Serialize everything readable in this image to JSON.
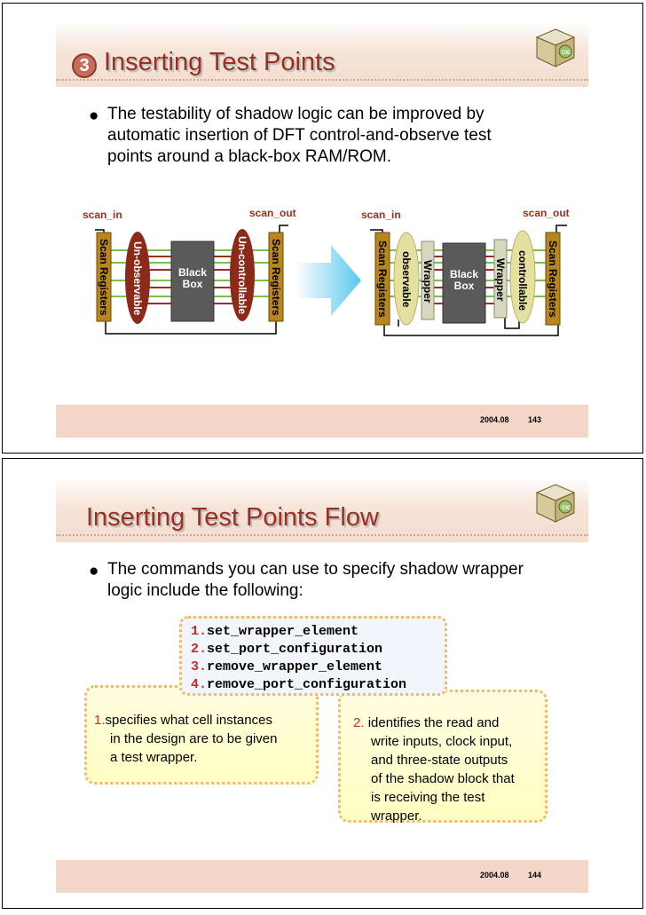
{
  "slide1": {
    "number": "3",
    "title": "Inserting Test Points",
    "bullet_lines": [
      "The testability of shadow logic can be improved by",
      "automatic insertion of DFT control-and-observe test",
      "points around a black-box RAM/ROM."
    ],
    "diagram_left": {
      "scan_in": "scan_in",
      "scan_out": "scan_out",
      "scan_registers_left": "Scan Registers",
      "unobservable": "Un-observable",
      "black_box_line1": "Black",
      "black_box_line2": "Box",
      "uncontrollable": "Un-controllable",
      "scan_registers_right": "Scan Registers"
    },
    "diagram_right": {
      "scan_in": "scan_in",
      "scan_out": "scan_out",
      "scan_registers_left": "Scan Registers",
      "observable": "observable",
      "wrapper_left": "Wrapper",
      "black_box_line1": "Black",
      "black_box_line2": "Box",
      "wrapper_right": "Wrapper",
      "controllable": "controllable",
      "scan_registers_right": "Scan Registers"
    },
    "footer": {
      "date": "2004.08",
      "page": "143"
    }
  },
  "slide2": {
    "title": "Inserting Test Points Flow",
    "bullet_lines": [
      "The commands you can use to specify shadow wrapper",
      "logic include the following:"
    ],
    "commands": [
      {
        "num": "1.",
        "text": "set_wrapper_element"
      },
      {
        "num": "2.",
        "text": "set_port_configuration"
      },
      {
        "num": "3.",
        "text": "remove_wrapper_element"
      },
      {
        "num": "4.",
        "text": "remove_port_configuration"
      }
    ],
    "note1": {
      "num": "1.",
      "lines": [
        "specifies what cell instances",
        "in the design are to be given",
        "a test wrapper."
      ]
    },
    "note2": {
      "num": "2.",
      "lines": [
        "identifies the read and",
        "write inputs, clock input,",
        "and three-state outputs",
        "of the shadow block that",
        "is receiving the test",
        "wrapper."
      ]
    },
    "footer": {
      "date": "2004.08",
      "page": "144"
    }
  },
  "colors": {
    "title": "#9b2f20",
    "band": "#f3ddd0",
    "footer": "#f3d6c7",
    "accent_number": "#c0302a",
    "register": "#b8861c",
    "black_box": "#5a5a5a",
    "arrow": "#66ccf0"
  }
}
